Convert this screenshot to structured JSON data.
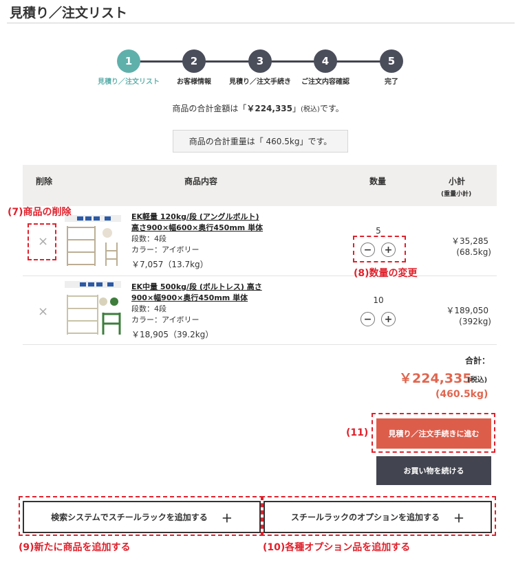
{
  "page": {
    "title": "見積り／注文リスト"
  },
  "steps": [
    {
      "num": "1",
      "label": "見積り／注文リスト"
    },
    {
      "num": "2",
      "label": "お客様情報"
    },
    {
      "num": "3",
      "label": "見積り／注文手続き"
    },
    {
      "num": "4",
      "label": "ご注文内容確認"
    },
    {
      "num": "5",
      "label": "完了"
    }
  ],
  "summary": {
    "total_prefix": "商品の合計金額は「",
    "total_amount": "￥224,335",
    "total_close": "」",
    "total_tax": "(税込)",
    "total_suffix": "です。",
    "weight_text": "商品の合計重量は「 460.5kg」です。"
  },
  "table": {
    "headers": {
      "delete": "削除",
      "content": "商品内容",
      "qty": "数量",
      "subtotal": "小計",
      "subtotal_sub": "(重量小計)"
    }
  },
  "items": [
    {
      "name": "EK軽量 120kg/段 (アングルボルト)",
      "name2": "高さ900×幅600×奥行450mm 単体",
      "stages": "段数：4段",
      "color": "カラー：アイボリー",
      "price": "￥7,057（13.7kg）",
      "qty": "5",
      "subtotal": "￥35,285",
      "subweight": "(68.5kg)",
      "delete": "×"
    },
    {
      "name": "EK中量 500kg/段 (ボルトレス) 高さ",
      "name2": "900×幅900×奥行450mm 単体",
      "stages": "段数：4段",
      "color": "カラー：アイボリー",
      "price": "￥18,905（39.2kg）",
      "qty": "10",
      "subtotal": "￥189,050",
      "subweight": "(392kg)",
      "delete": "×"
    }
  ],
  "totals": {
    "label": "合計：",
    "amount": "￥224,335",
    "tax": "(税込)",
    "weight": "(460.5kg)"
  },
  "buttons": {
    "proceed": "見積り／注文手続きに進む",
    "continue": "お買い物を続ける",
    "add_search": "検索システムでスチールラックを追加する",
    "add_option": "スチールラックのオプションを追加する",
    "plus": "＋",
    "minus": "−",
    "qty_plus": "+"
  },
  "annotations": {
    "a7": "(7)商品の削除",
    "a8": "(8)数量の変更",
    "a9": "(9)新たに商品を追加する",
    "a10": "(10)各種オプション品を追加する",
    "a11": "(11)"
  },
  "colors": {
    "accent": "#5fb0ab",
    "step": "#4a4d5a",
    "price": "#e0664f",
    "cta": "#dd5d4b",
    "annotation": "#e0202b"
  }
}
